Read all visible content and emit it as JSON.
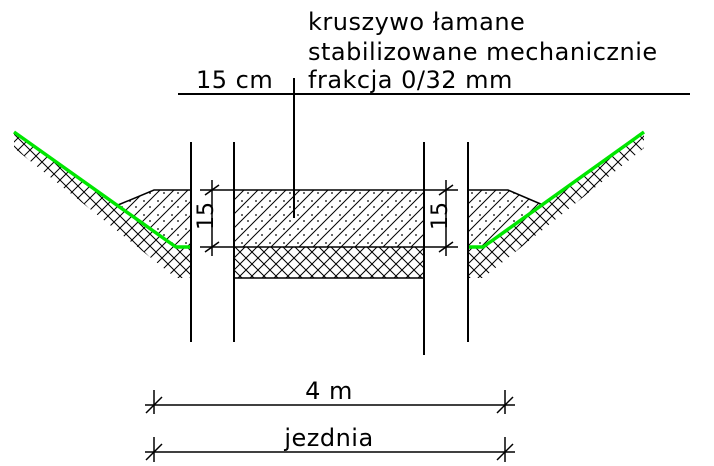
{
  "material_label": {
    "line1": "kruszywo łamane",
    "line2": "stabilizowane mechanicznie",
    "line3": "frakcja 0/32 mm"
  },
  "layer_thickness": "15 cm",
  "layer_dim_left": "15",
  "layer_dim_right": "15",
  "width_dimension": "4 m",
  "road_label": "jezdnia",
  "colors": {
    "lines": "#000000",
    "ground_profile": "#00e600",
    "background": "#ffffff"
  }
}
